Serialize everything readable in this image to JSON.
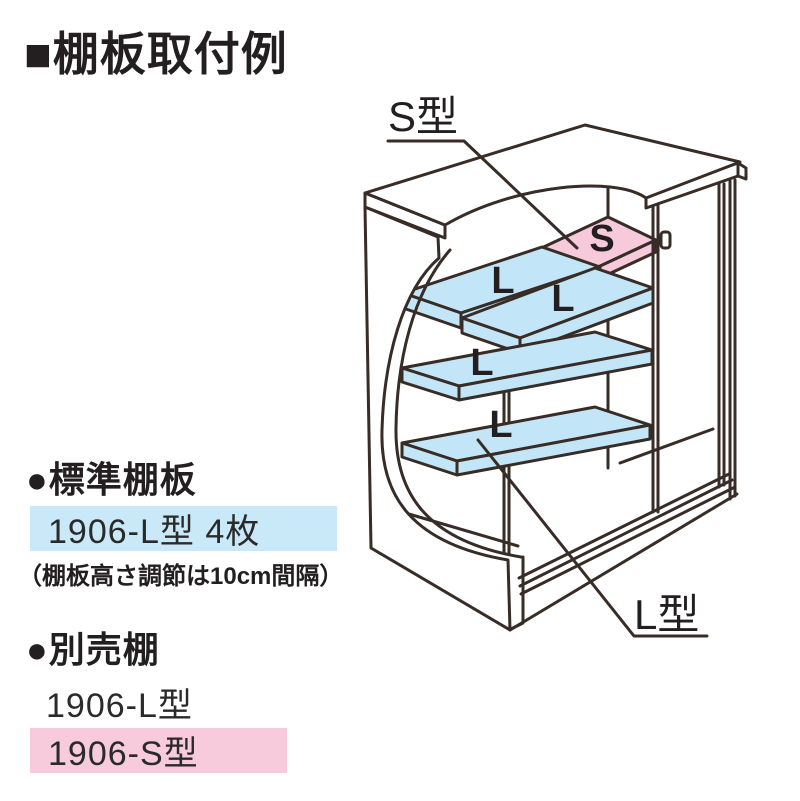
{
  "title": "■棚板取付例",
  "diagram": {
    "s_type_label": "S型",
    "l_type_label": "L型",
    "s_letter": "S",
    "l_letter": "L",
    "colors": {
      "line": "#382c26",
      "shelf_blue": "#c2e6f7",
      "shelf_pink": "#f6c9db"
    }
  },
  "sections": {
    "standard": {
      "heading": "●標準棚板",
      "highlight": "1906-L型 4枚",
      "highlight_bg": "#c9e9f8",
      "note": "（棚板高さ調節は10cm間隔）"
    },
    "optional": {
      "heading": "●別売棚",
      "item": "1906-L型",
      "highlight": "1906-S型",
      "highlight_bg": "#f7cbdb"
    }
  }
}
